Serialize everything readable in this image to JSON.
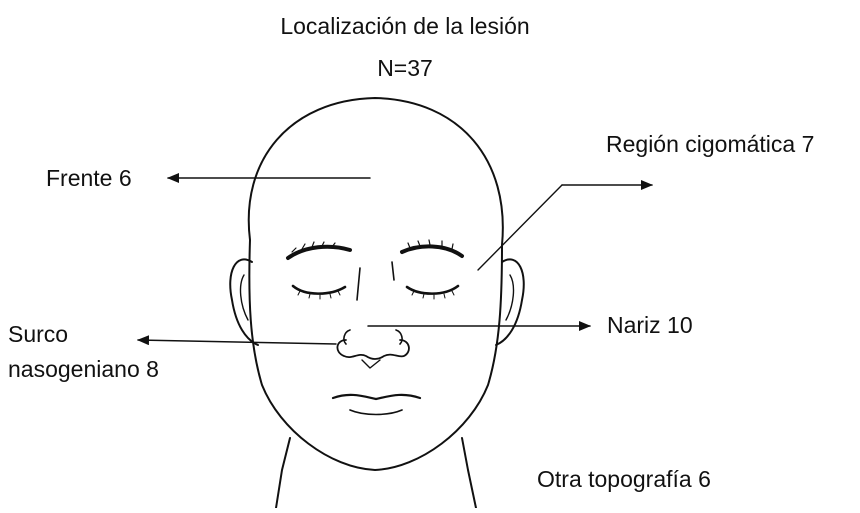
{
  "figure": {
    "title": "Localización de la lesión",
    "sample_size": "N=37"
  },
  "labels": {
    "forehead": "Frente 6",
    "zygomatic": "Región cigomática 7",
    "nose": "Nariz 10",
    "nasolabial_line1": "Surco",
    "nasolabial_line2": "nasogeniano 8",
    "other": "Otra topografía 6"
  },
  "colors": {
    "ink": "#111111",
    "background": "#ffffff"
  }
}
